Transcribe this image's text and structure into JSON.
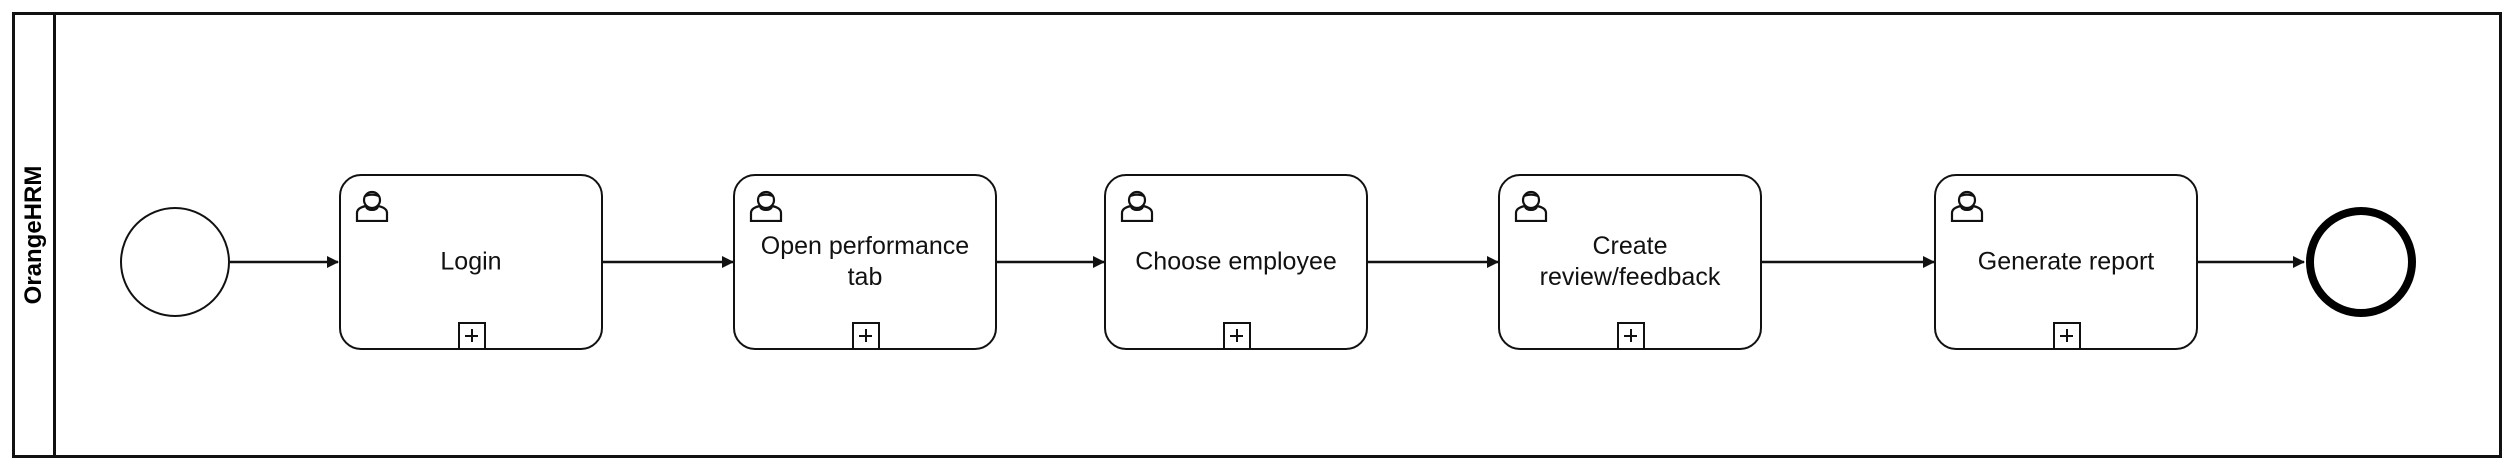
{
  "pool": {
    "label": "OrangeHRM"
  },
  "tasks": [
    {
      "label": "Login"
    },
    {
      "label": "Open performance tab"
    },
    {
      "label": "Choose employee"
    },
    {
      "label": "Create review/feedback"
    },
    {
      "label": "Generate report"
    }
  ],
  "icons": {
    "task_type": "user-task-icon",
    "marker": "subprocess-plus-icon"
  },
  "colors": {
    "stroke": "#111111",
    "fill": "#ffffff"
  }
}
